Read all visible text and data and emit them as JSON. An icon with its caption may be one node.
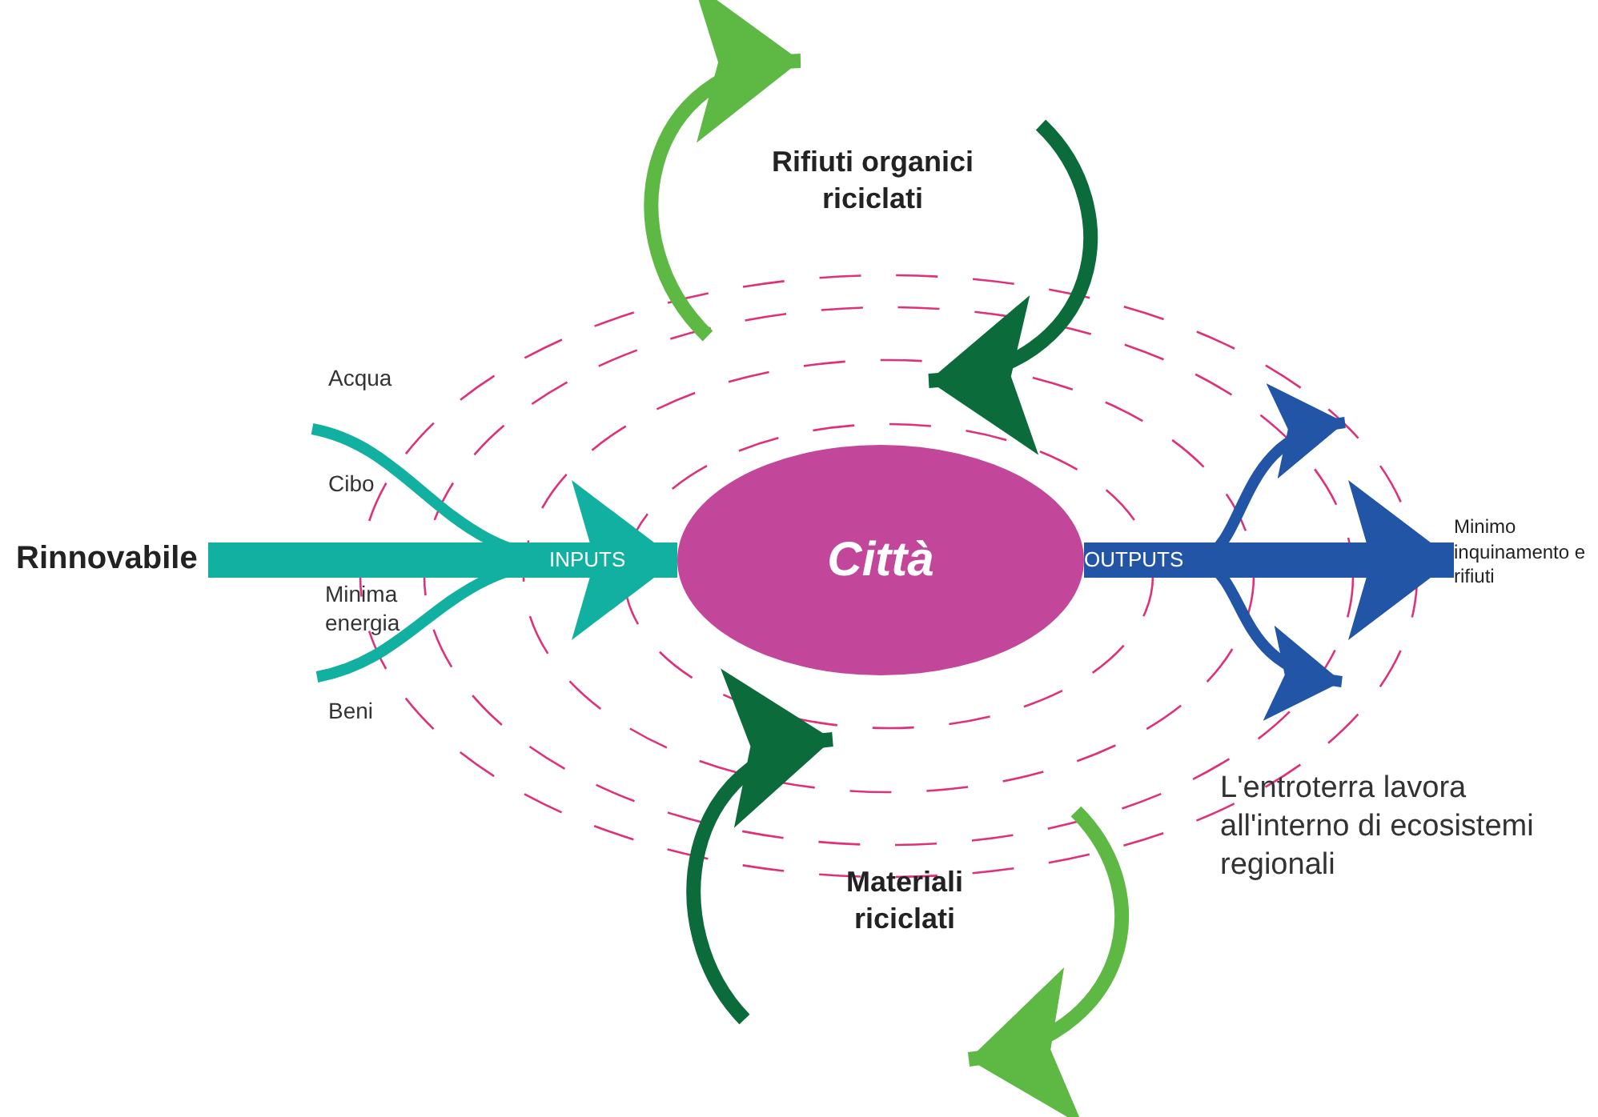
{
  "diagram": {
    "nodes": [
      {
        "text": [
          "Rinnovabile"
        ]
      },
      {
        "text": [
          "Città"
        ]
      },
      {
        "text": [
          "Minimo inquinamento e rifiuti"
        ]
      },
      {
        "text": [
          "Rifiuti organici riciclati"
        ]
      },
      {
        "text": [
          "Materiali riciclati"
        ]
      }
    ],
    "edges": [
      {
        "from": 0,
        "to": 1,
        "arrow": "to",
        "label": "INPUTS",
        "style": "thick",
        "color": "#12b0a0"
      },
      {
        "from": null,
        "to": 1,
        "arrow": "to",
        "color": "#12b0a0"
      },
      {
        "from": null,
        "to": 1,
        "arrow": "to",
        "color": "#12b0a0"
      },
      {
        "from": 1,
        "to": 2,
        "arrow": "to",
        "label": "OUTPUTS",
        "style": "thick",
        "color": "#2355a6"
      },
      {
        "from": 1,
        "to": null,
        "arrow": "to",
        "color": "#2355a6"
      },
      {
        "from": 1,
        "to": null,
        "arrow": "to",
        "color": "#2355a6"
      }
    ],
    "labels": [
      "Acqua",
      "Cibo",
      "Minima energia",
      "Beni",
      "L'entroterra lavora all'interno di ecosistemi regionali"
    ]
  }
}
